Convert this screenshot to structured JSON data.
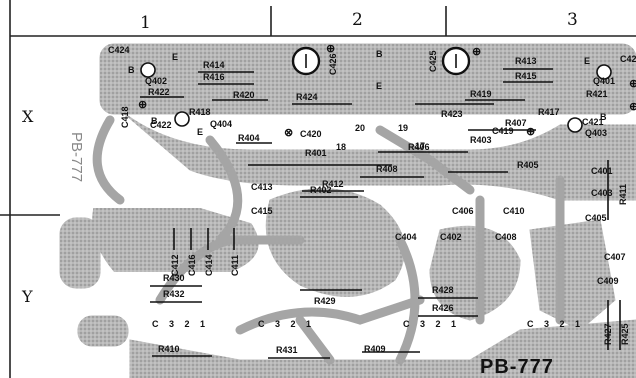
{
  "board": {
    "id": "PB-777",
    "columns": [
      "1",
      "2",
      "3"
    ],
    "rows": [
      "X",
      "Y"
    ],
    "mirrored_marking": "PB-777"
  },
  "components": {
    "resistors": [
      "R414",
      "R416",
      "R422",
      "R420",
      "R418",
      "R424",
      "R404",
      "R401",
      "R413",
      "R415",
      "R419",
      "R421",
      "R423",
      "R417",
      "R407",
      "R403",
      "R406",
      "R402",
      "R408",
      "R412",
      "R405",
      "R411",
      "R430",
      "R432",
      "R429",
      "R428",
      "R426",
      "R410",
      "R431",
      "R409",
      "R427",
      "R425"
    ],
    "capacitors": [
      "C424",
      "C426",
      "C425",
      "C42",
      "C418",
      "C420",
      "C422",
      "C419",
      "C421",
      "C401",
      "C403",
      "C405",
      "C407",
      "C409",
      "C413",
      "C415",
      "C412",
      "C416",
      "C414",
      "C411",
      "C404",
      "C402",
      "C406",
      "C410",
      "C408"
    ],
    "transistors": [
      "Q402",
      "Q404",
      "Q401",
      "Q403"
    ],
    "pads": [
      "18",
      "20",
      "19",
      "17"
    ],
    "pin_marks": [
      "C 3 2 1",
      "C 3 2 1",
      "C 3 2 1",
      "C 3 2 1"
    ],
    "polarity": [
      "⊕",
      "⊕",
      "⊕",
      "⊕",
      "⊕",
      "⊕",
      "⊗"
    ],
    "misc": [
      "B",
      "E",
      "B",
      "E",
      "B",
      "E",
      "B",
      "E"
    ]
  }
}
